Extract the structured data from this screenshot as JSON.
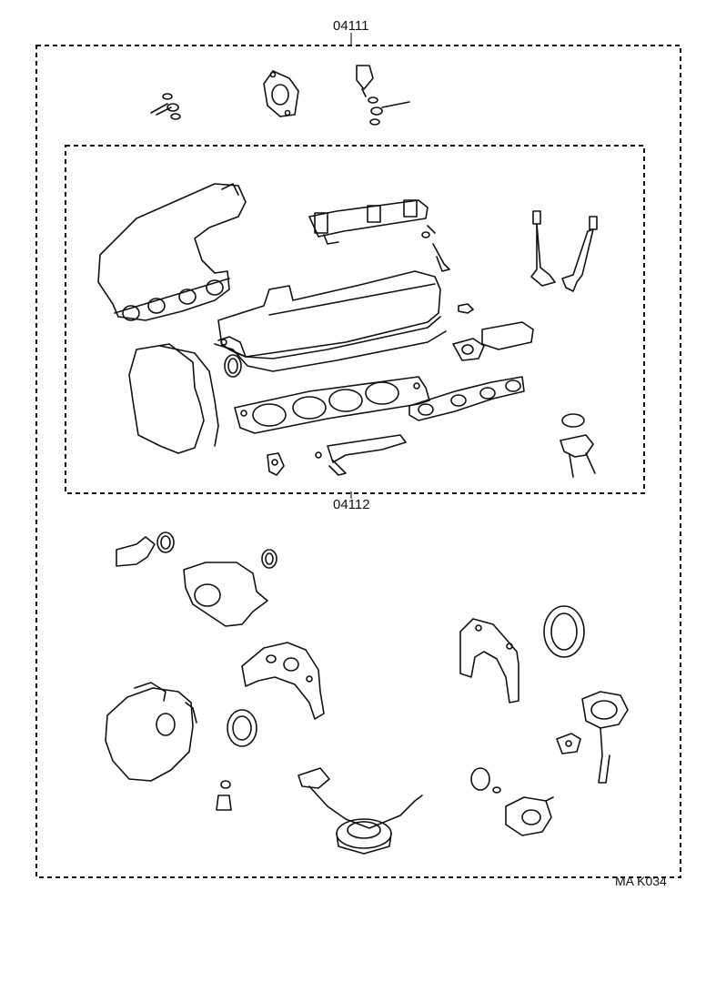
{
  "labels": {
    "outer_kit": "04111",
    "inner_kit": "04112",
    "diagram_code": "MA K034"
  },
  "parts": [
    {
      "id": "nozzle-seal-set",
      "icon": "seal-ring-icon"
    },
    {
      "id": "throttle-gasket",
      "icon": "gasket-icon"
    },
    {
      "id": "valve-stem-o-rings",
      "icon": "o-ring-icon"
    },
    {
      "id": "intake-manifold-gasket",
      "icon": "gasket-icon"
    },
    {
      "id": "fuel-rail-injectors",
      "icon": "injector-icon"
    },
    {
      "id": "valves",
      "icon": "valve-icon"
    },
    {
      "id": "cylinder-head-cover-gasket",
      "icon": "gasket-icon"
    },
    {
      "id": "timing-cover-gasket",
      "icon": "gasket-icon"
    },
    {
      "id": "cylinder-head-gasket",
      "icon": "gasket-icon"
    },
    {
      "id": "exhaust-manifold-gasket",
      "icon": "gasket-icon"
    },
    {
      "id": "exhaust-pipe-gasket",
      "icon": "gasket-icon"
    },
    {
      "id": "water-outlet-gasket",
      "icon": "gasket-icon"
    },
    {
      "id": "water-pump-gasket",
      "icon": "gasket-icon"
    },
    {
      "id": "crankshaft-rear-oil-seal",
      "icon": "oil-seal-icon"
    },
    {
      "id": "oil-pump-gasket",
      "icon": "gasket-icon"
    },
    {
      "id": "front-oil-seal",
      "icon": "oil-seal-icon"
    },
    {
      "id": "egr-valve-gasket",
      "icon": "gasket-icon"
    },
    {
      "id": "oil-strainer-gasket",
      "icon": "gasket-icon"
    },
    {
      "id": "oil-filter-o-ring",
      "icon": "o-ring-icon"
    }
  ]
}
